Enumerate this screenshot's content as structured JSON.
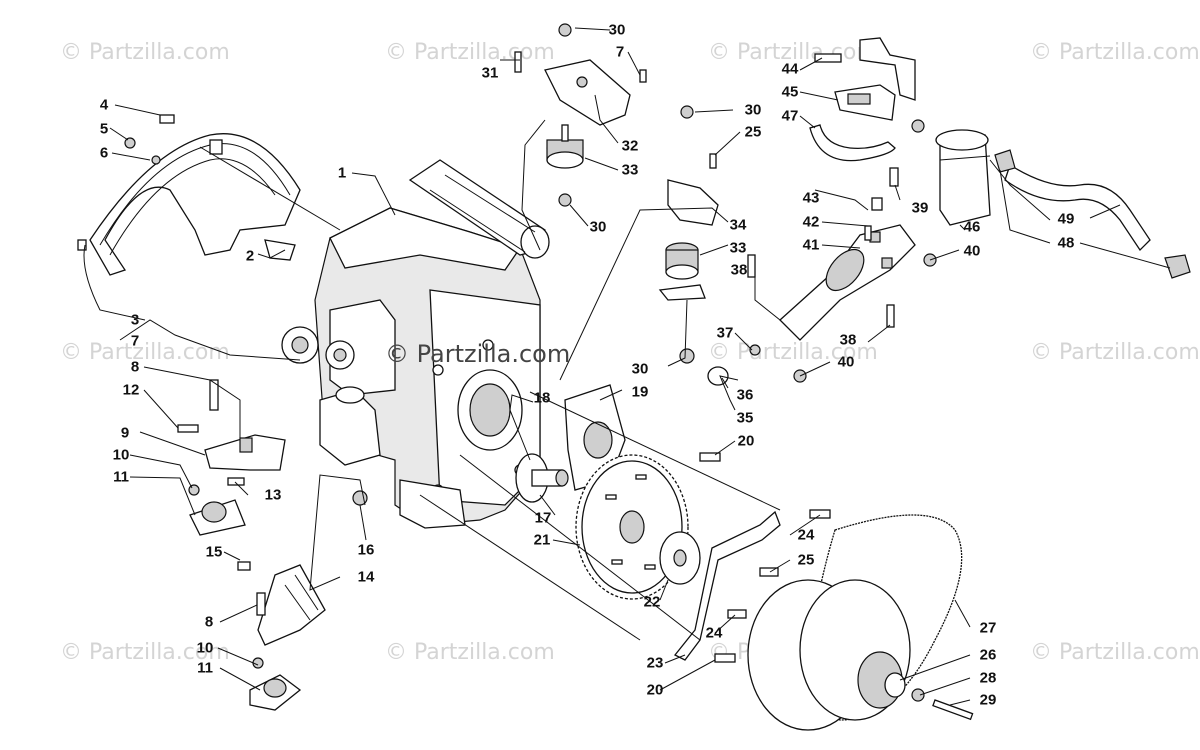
{
  "watermark": {
    "text": "© Partzilla.com",
    "center_text": "© Partzilla.com"
  },
  "callouts": [
    {
      "n": "1"
    },
    {
      "n": "2"
    },
    {
      "n": "3"
    },
    {
      "n": "4"
    },
    {
      "n": "5"
    },
    {
      "n": "6"
    },
    {
      "n": "7"
    },
    {
      "n": "7"
    },
    {
      "n": "8"
    },
    {
      "n": "8"
    },
    {
      "n": "9"
    },
    {
      "n": "10"
    },
    {
      "n": "10"
    },
    {
      "n": "11"
    },
    {
      "n": "11"
    },
    {
      "n": "12"
    },
    {
      "n": "13"
    },
    {
      "n": "14"
    },
    {
      "n": "15"
    },
    {
      "n": "16"
    },
    {
      "n": "17"
    },
    {
      "n": "18"
    },
    {
      "n": "19"
    },
    {
      "n": "20"
    },
    {
      "n": "20"
    },
    {
      "n": "21"
    },
    {
      "n": "22"
    },
    {
      "n": "23"
    },
    {
      "n": "24"
    },
    {
      "n": "24"
    },
    {
      "n": "25"
    },
    {
      "n": "25"
    },
    {
      "n": "26"
    },
    {
      "n": "27"
    },
    {
      "n": "28"
    },
    {
      "n": "29"
    },
    {
      "n": "30"
    },
    {
      "n": "30"
    },
    {
      "n": "30"
    },
    {
      "n": "30"
    },
    {
      "n": "31"
    },
    {
      "n": "32"
    },
    {
      "n": "33"
    },
    {
      "n": "33"
    },
    {
      "n": "34"
    },
    {
      "n": "35"
    },
    {
      "n": "36"
    },
    {
      "n": "37"
    },
    {
      "n": "38"
    },
    {
      "n": "38"
    },
    {
      "n": "39"
    },
    {
      "n": "40"
    },
    {
      "n": "40"
    },
    {
      "n": "41"
    },
    {
      "n": "42"
    },
    {
      "n": "43"
    },
    {
      "n": "44"
    },
    {
      "n": "45"
    },
    {
      "n": "46"
    },
    {
      "n": "47"
    },
    {
      "n": "48"
    },
    {
      "n": "49"
    }
  ]
}
